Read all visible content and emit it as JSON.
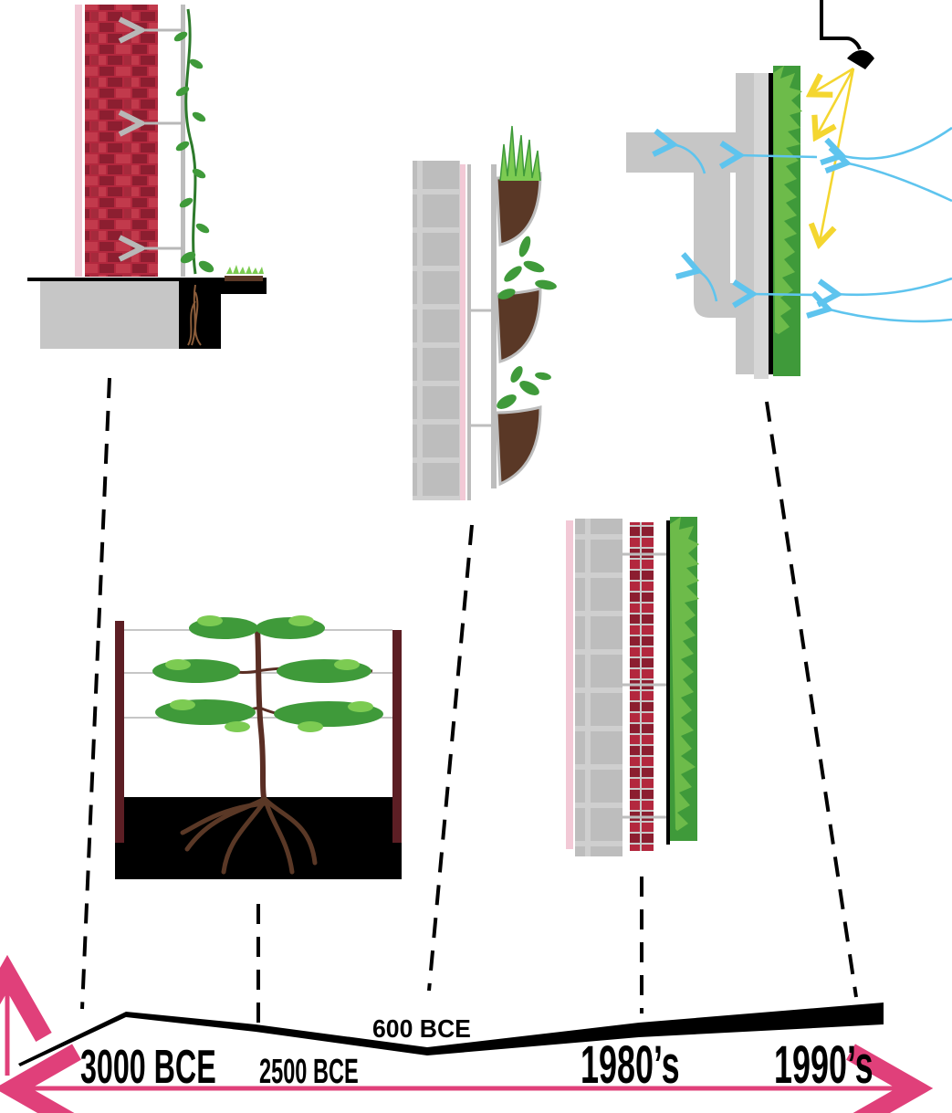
{
  "timeline": {
    "labels": [
      {
        "id": "3000-bce",
        "text": "3000 BCE"
      },
      {
        "id": "2500-bce",
        "text": "2500 BCE"
      },
      {
        "id": "600-bce",
        "text": "600 BCE"
      },
      {
        "id": "1980s",
        "text": "1980’s"
      },
      {
        "id": "1990s",
        "text": "1990’s"
      }
    ]
  },
  "colors": {
    "axis": "#e0407a",
    "brick": "#a8243a",
    "brick_dark": "#7a1a2a",
    "foliage": "#3f9a3a",
    "foliage_light": "#7ccb52",
    "root": "#5a3826",
    "concrete": "#c6c6c6",
    "membrane": "#f2c9d6",
    "water": "#5ec4ee",
    "light": "#f4d630",
    "frame_post": "#5c1e24"
  },
  "icons": {
    "brick_wall_climber": "brick-wall-climber-icon",
    "pocket_planters": "pocket-planter-wall-icon",
    "living_wall_system": "living-wall-system-icon",
    "espalier_tree": "espalier-tree-icon",
    "green_facade": "green-facade-icon"
  }
}
